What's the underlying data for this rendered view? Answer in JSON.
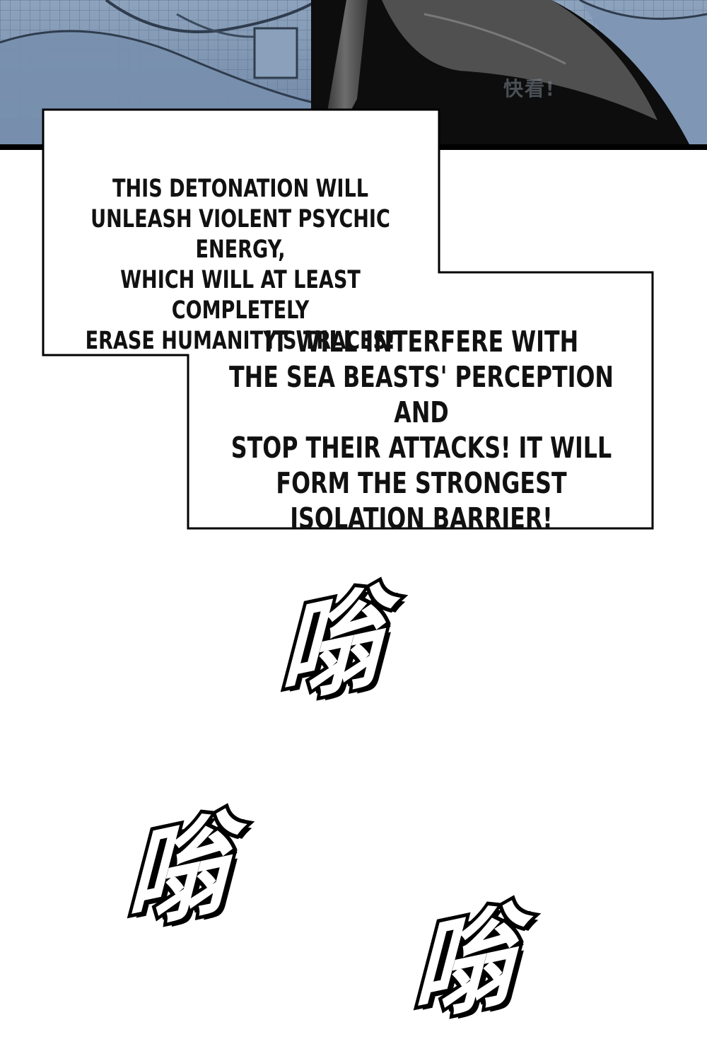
{
  "panel": {
    "watermark_text": "快看!",
    "colors": {
      "background": "#ffffff",
      "ink": "#111111",
      "scene_sky": "#7c93b0",
      "scene_dark": "#0a0a0a"
    }
  },
  "captions": [
    {
      "text": "THIS DETONATION WILL\nUNLEASH VIOLENT PSYCHIC ENERGY,\nWHICH WILL AT LEAST COMPLETELY\nERASE HUMANITY'S TRACES!"
    },
    {
      "text": "IT WILL INTERFERE WITH\nTHE SEA BEASTS' PERCEPTION AND\nSTOP THEIR ATTACKS! IT WILL\nFORM THE STRONGEST\nISOLATION BARRIER!"
    }
  ],
  "sound_effects": [
    {
      "text": "嗡"
    },
    {
      "text": "嗡"
    },
    {
      "text": "嗡"
    }
  ]
}
